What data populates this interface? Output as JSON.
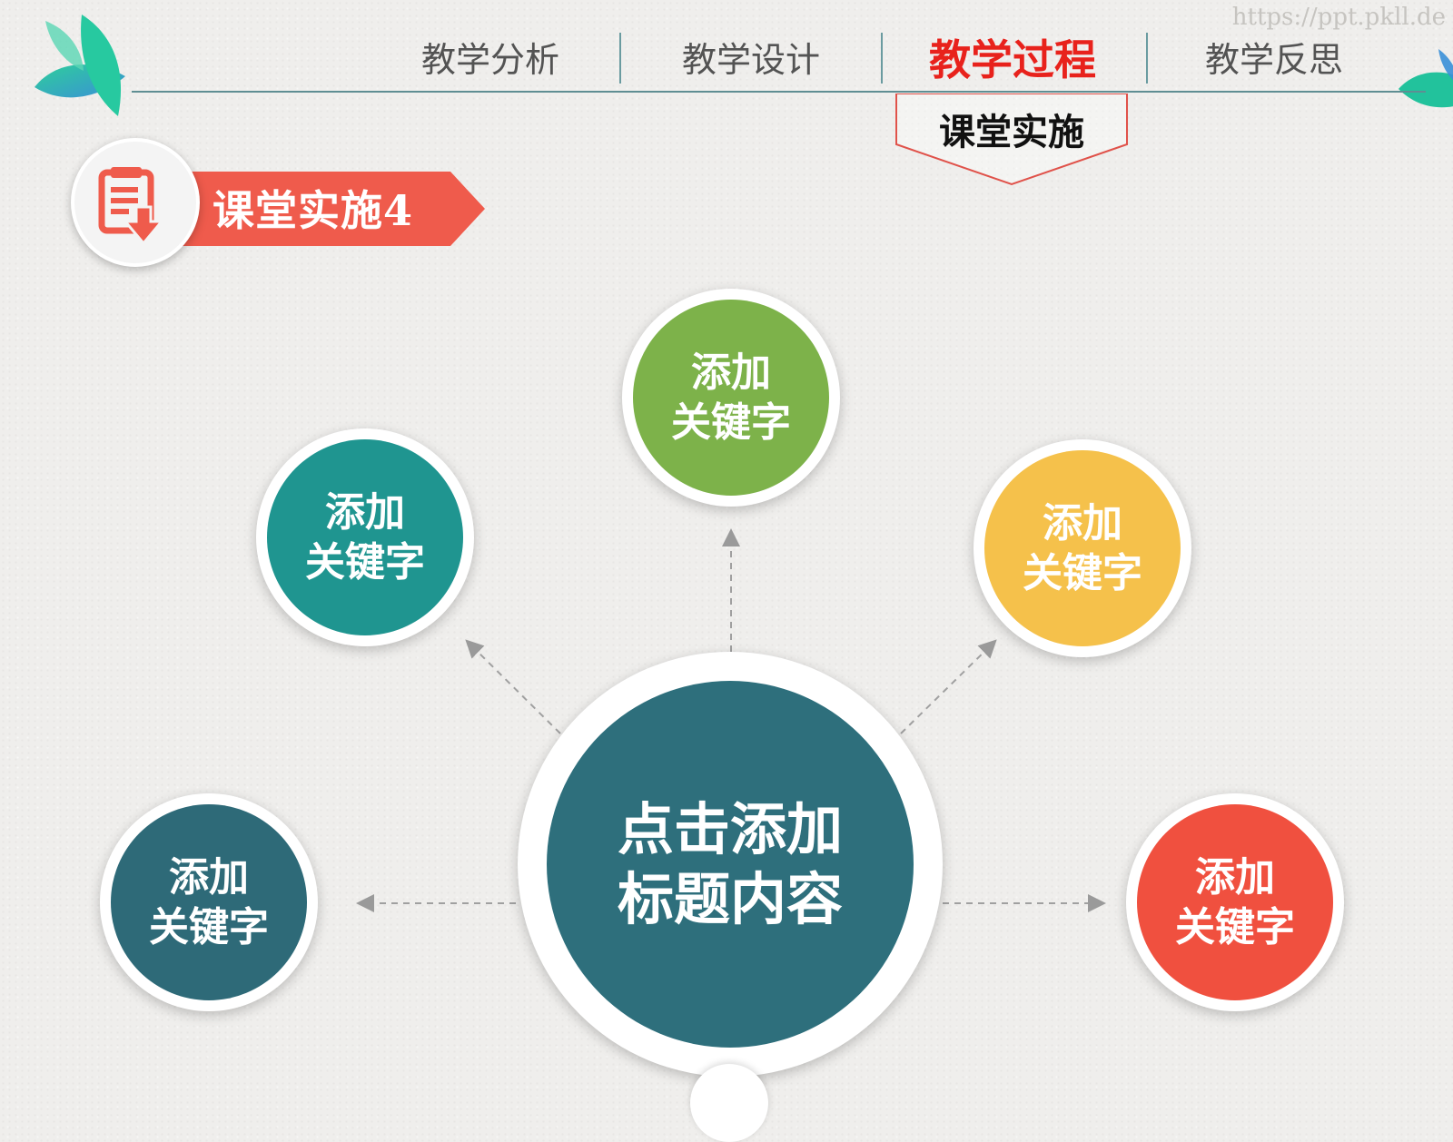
{
  "watermark": "https://ppt.pkll.de",
  "nav": {
    "tabs": [
      {
        "label": "教学分析",
        "active": false
      },
      {
        "label": "教学设计",
        "active": false
      },
      {
        "label": "教学过程",
        "active": true
      },
      {
        "label": "教学反思",
        "active": false
      }
    ],
    "sub_tab": "课堂实施"
  },
  "section_badge": {
    "label": "课堂实施4",
    "color": "#ef5b4c",
    "icon": "document-download-icon"
  },
  "colors": {
    "nav_line": "#5f8e93",
    "active_tab": "#e8221c",
    "center": "#2e6f7c",
    "green": "#7db24a",
    "teal": "#1f9590",
    "yellow": "#f5c14b",
    "dark_teal": "#2e6a78",
    "red": "#f0503f"
  },
  "diagram": {
    "center": {
      "line1": "点击添加",
      "line2": "标题内容"
    },
    "nodes": [
      {
        "id": "top",
        "line1": "添加",
        "line2": "关键字",
        "color": "#7db24a"
      },
      {
        "id": "upper-left",
        "line1": "添加",
        "line2": "关键字",
        "color": "#1f9590"
      },
      {
        "id": "upper-right",
        "line1": "添加",
        "line2": "关键字",
        "color": "#f5c14b"
      },
      {
        "id": "lower-left",
        "line1": "添加",
        "line2": "关键字",
        "color": "#2e6a78"
      },
      {
        "id": "lower-right",
        "line1": "添加",
        "line2": "关键字",
        "color": "#f0503f"
      }
    ]
  }
}
